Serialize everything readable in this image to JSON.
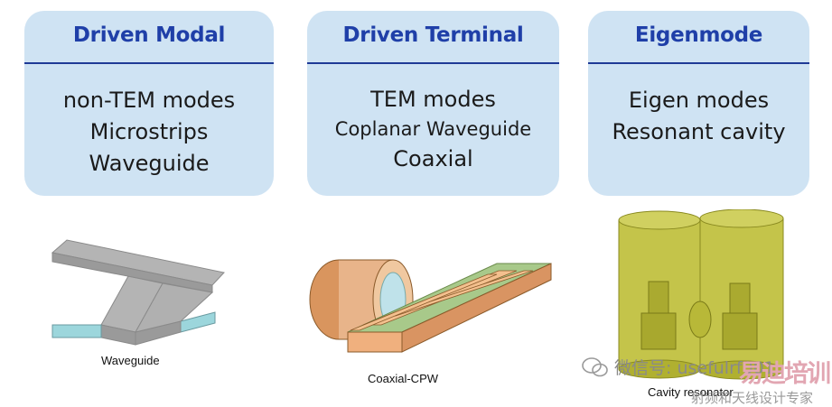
{
  "cards": [
    {
      "title": "Driven Modal",
      "lines": [
        "non-TEM modes",
        "Microstrips",
        "Waveguide"
      ]
    },
    {
      "title": "Driven Terminal",
      "lines": [
        "TEM modes",
        "Coplanar Waveguide",
        "Coaxial"
      ]
    },
    {
      "title": "Eigenmode",
      "lines": [
        "Eigen modes",
        "Resonant cavity"
      ]
    }
  ],
  "captions": {
    "waveguide": "Waveguide",
    "coaxial_cpw": "Coaxial-CPW",
    "cavity": "Cavity resonator"
  },
  "watermark": {
    "wechat": "微信号: usefulrf001",
    "brand": "射频和天线设计专家",
    "logo_text": "易迪培训"
  },
  "colors": {
    "card_bg": "#cfe3f3",
    "title": "#1f3fa8",
    "waveguide_gray": "#a8a8a8",
    "coax_copper": "#e8b48a",
    "cpw_green": "#a8c98a",
    "cavity_olive": "#b8b83a"
  }
}
